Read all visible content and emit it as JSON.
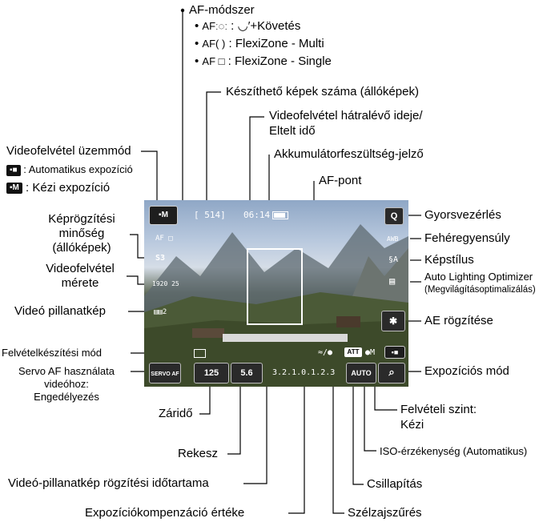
{
  "labels": {
    "af_method": "AF-módszer",
    "af_items": [
      {
        "icon": "AFː◌ː",
        "text": ": ◡′+Követés"
      },
      {
        "icon": "AF( )",
        "text": ": FlexiZone - Multi"
      },
      {
        "icon": "AF □",
        "text": ": FlexiZone - Single"
      }
    ],
    "shots_remaining": "Készíthető képek száma (állóképek)",
    "movie_time_line1": "Videofelvétel hátralévő ideje/",
    "movie_time_line2": "Eltelt idő",
    "battery": "Akkumulátorfeszültség-jelző",
    "af_point": "AF-pont",
    "movie_mode": "Videofelvétel üzemmód",
    "movie_mode_auto_icon": "▪■",
    "movie_mode_auto": ": Automatikus expozíció",
    "movie_mode_manual_icon": "▪M",
    "movie_mode_manual": ": Kézi expozíció",
    "image_quality_line1": "Képrögzítési",
    "image_quality_line2": "minőség",
    "image_quality_line3": "(állóképek)",
    "movie_size_line1": "Videofelvétel",
    "movie_size_line2": "mérete",
    "video_snapshot": "Videó pillanatkép",
    "drive_mode": "Felvételkészítési mód",
    "servo_af_line1": "Servo AF használata",
    "servo_af_line2": "videóhoz:",
    "servo_af_line3": "Engedélyezés",
    "shutter": "Záridő",
    "aperture": "Rekesz",
    "snapshot_length": "Videó-pillanatkép rögzítési időtartama",
    "exp_comp": "Expozíciókompenzáció értéke",
    "quick_control": "Gyorsvezérlés",
    "white_balance": "Fehéregyensúly",
    "picture_style": "Képstílus",
    "alo_line1": "Auto Lighting Optimizer",
    "alo_line2": "(Megvilágításoptimalizálás)",
    "ae_lock": "AE rögzítése",
    "exposure_mode": "Expozíciós mód",
    "rec_level_line1": "Felvételi szint:",
    "rec_level_line2": "Kézi",
    "iso": "ISO-érzékenység (Automatikus)",
    "attenuator": "Csillapítás",
    "wind_filter": "Szélzajszűrés"
  },
  "screen": {
    "mode_badge": "M",
    "shots": "[ 514]",
    "time": "06:14",
    "af_mode": "AF □",
    "quality": "S3",
    "movie_size_a": "1920",
    "movie_size_b": "25",
    "snapshot": "▤▤2",
    "quick_q": "Q",
    "wb": "AWB",
    "style": "§A",
    "alo": "▤",
    "ae_lock": "✱",
    "servo": "SERVO AF",
    "shutter_value": "125",
    "aperture_value": "5.6",
    "exp_scale": "3.2.1.0.1.2.3",
    "wind_att": "≈/●",
    "att": "ATT",
    "mic_m": "M",
    "iso_value": "AUTO",
    "zoom": "⌕",
    "exp_mode_icon": "▪■"
  },
  "colors": {
    "screen_sky": "#b9c9de",
    "screen_ground": "#3b4833",
    "af_frame": "#ffffff"
  }
}
